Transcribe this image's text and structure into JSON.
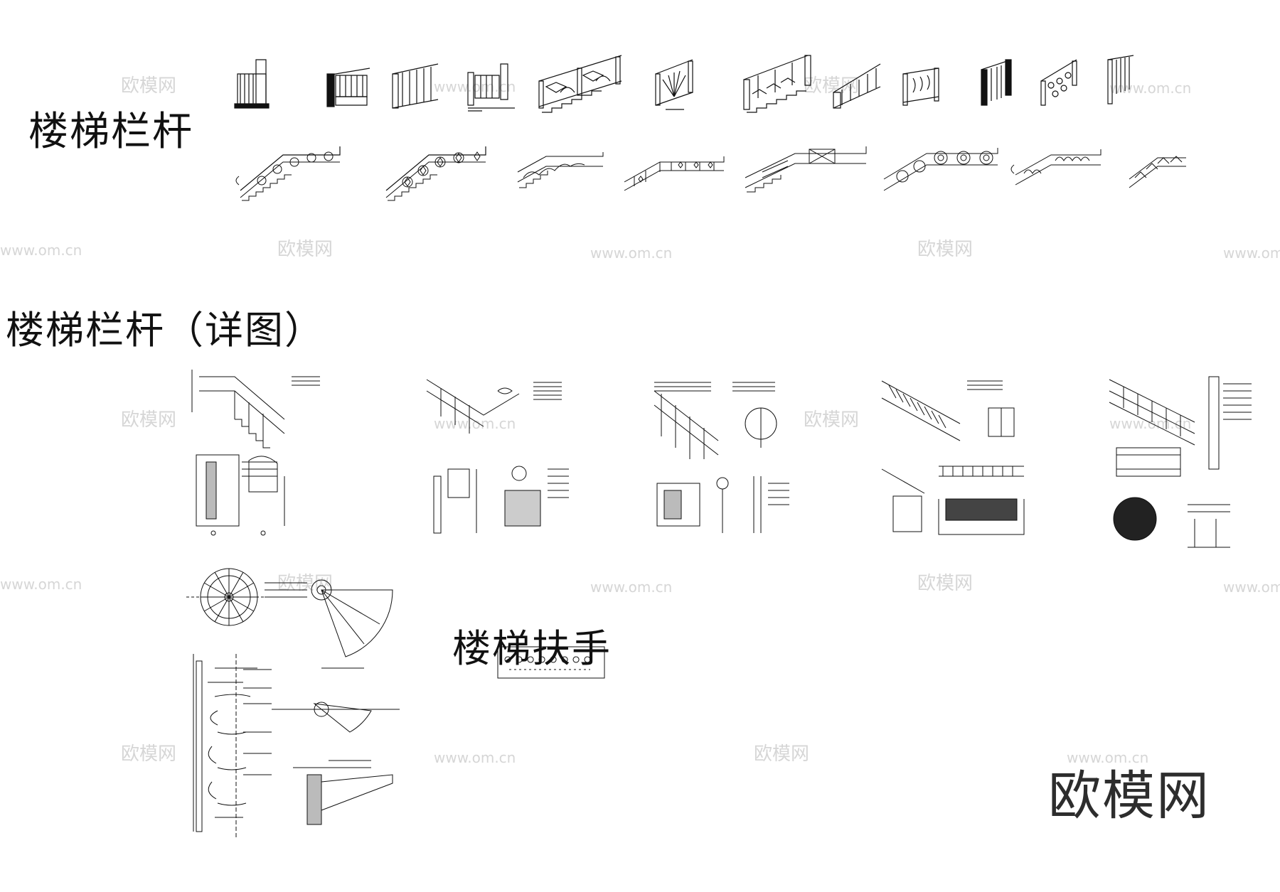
{
  "sections": {
    "railing": {
      "title": "楼梯栏杆"
    },
    "railing_detail": {
      "title": "楼梯栏杆（详图）"
    },
    "handrail": {
      "title": "楼梯扶手"
    }
  },
  "watermark": {
    "brand": "欧模网",
    "site": "www.om.cn"
  },
  "logo": {
    "text": "欧模网"
  },
  "colors": {
    "line": "#111111",
    "watermark": "#d6d6d6",
    "logo": "#2d2d2d"
  }
}
